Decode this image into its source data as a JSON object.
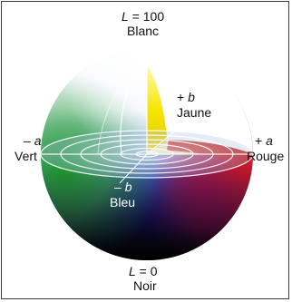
{
  "labels": {
    "top_line1": "L = 100",
    "top_line2": "Blanc",
    "bottom_line1": "L = 0",
    "bottom_line2": "Noir",
    "plus_b": "+ b",
    "jaune": "Jaune",
    "minus_a": "– a",
    "vert": "Vert",
    "plus_a": "+ a",
    "rouge": "Rouge",
    "minus_b": "– b",
    "bleu": "Bleu"
  },
  "colors": {
    "white": "#ffffff",
    "yellow": "#f6e600",
    "red": "#d41a1a",
    "green": "#2e9a34",
    "blue": "#2a2fae",
    "black": "#050505",
    "frame": "#3a3a3a"
  },
  "icons": [
    "cielab-color-sphere"
  ]
}
